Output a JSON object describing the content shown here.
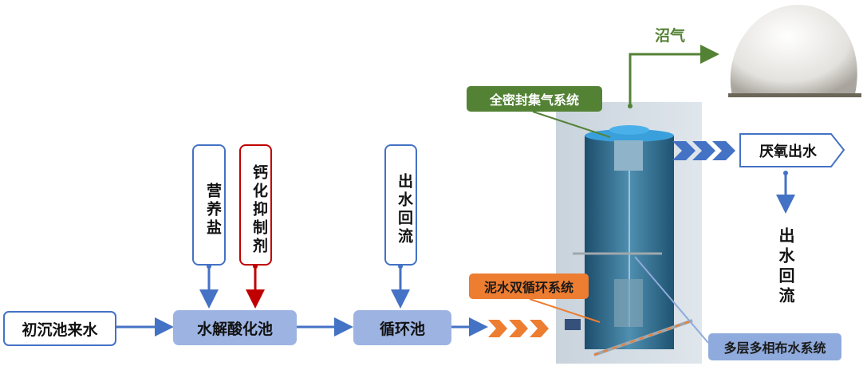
{
  "nodes": {
    "influent": "初沉池来水",
    "hydrolysis_tank": "水解酸化池",
    "circulation_tank": "循环池",
    "nutrient_salt": "营养盐",
    "calcification_inhibitor": "钙化抑制剂",
    "effluent_return_left": "出水回流",
    "anaerobic_effluent": "厌氧出水",
    "effluent_return_right": "出水回流",
    "biogas": "沼气"
  },
  "callouts": {
    "gas_collection": "全密封集气系统",
    "sludge_water_circulation": "泥水双循环系统",
    "water_distribution": "多层多相布水系统"
  },
  "colors": {
    "blue": "#4472c4",
    "light_blue": "#9db4e2",
    "red": "#c00000",
    "green": "#548235",
    "orange": "#ed7d31"
  }
}
